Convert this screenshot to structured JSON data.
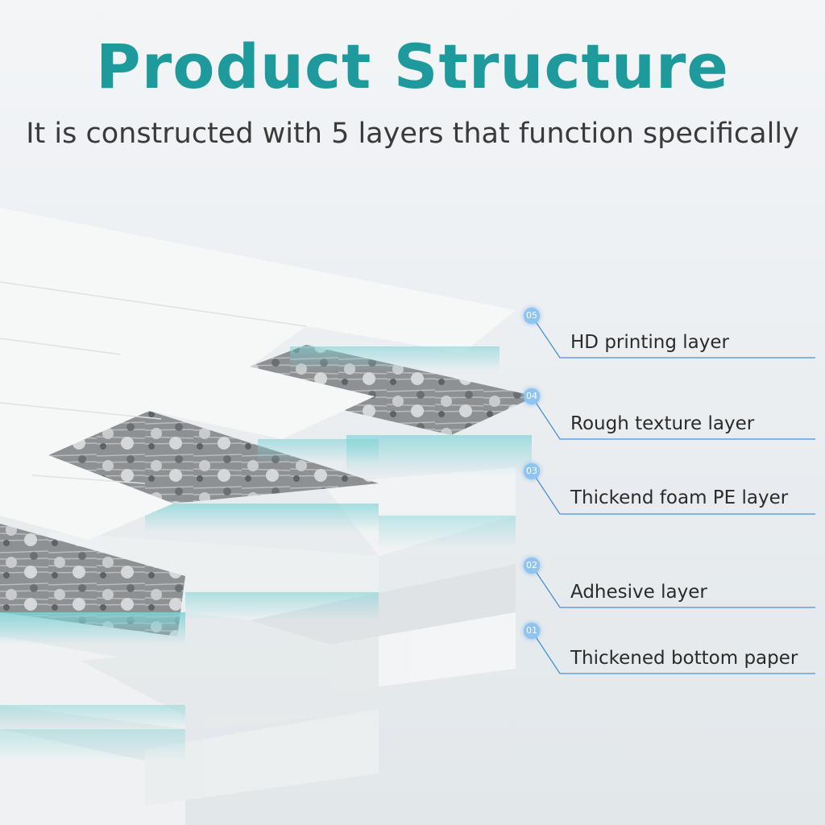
{
  "header": {
    "title": "Product Structure",
    "subtitle": "It is constructed with 5 layers that function specifically"
  },
  "layers": [
    {
      "number": "05",
      "label": "HD printing layer"
    },
    {
      "number": "04",
      "label": "Rough texture layer"
    },
    {
      "number": "03",
      "label": "Thickend foam PE layer"
    },
    {
      "number": "02",
      "label": "Adhesive layer"
    },
    {
      "number": "01",
      "label": "Thickened bottom paper"
    }
  ],
  "colors": {
    "title": "#1e9a9c",
    "callout_line": "#4a8fd8",
    "glow": "#7fd3d6",
    "stone": "#8a8d90",
    "sheet": "#f6f7f7"
  }
}
